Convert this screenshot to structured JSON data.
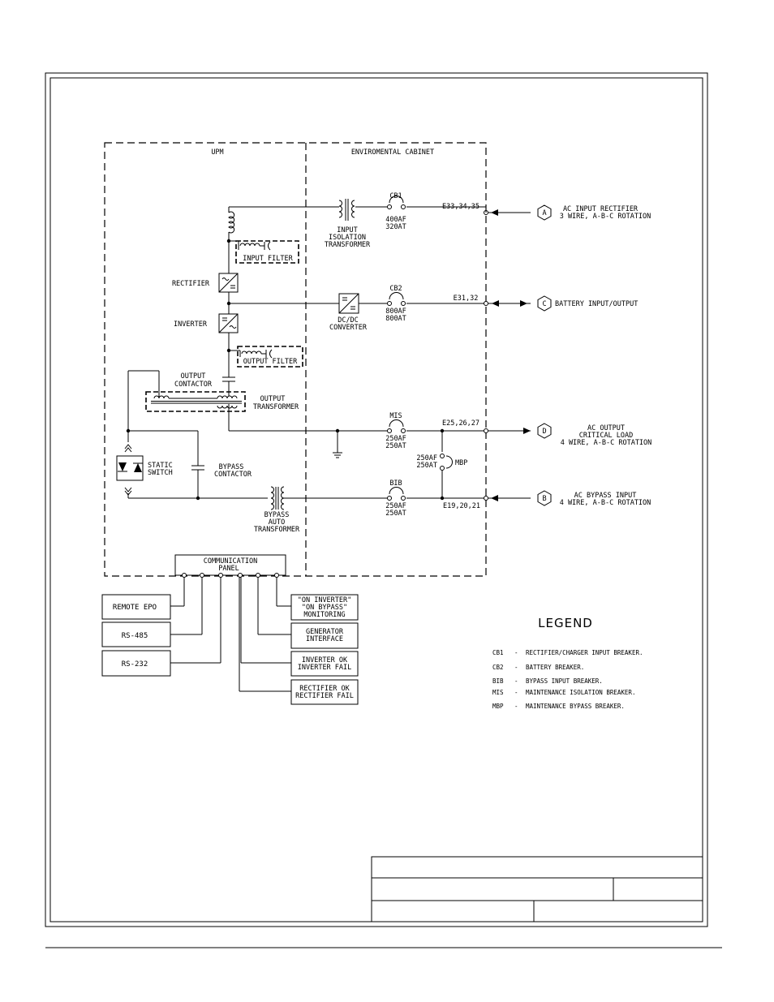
{
  "upm": {
    "label": "UPM"
  },
  "cabinet": {
    "label": "ENVIROMENTAL CABINET"
  },
  "components": {
    "input_filter": "INPUT FILTER",
    "rectifier": "RECTIFIER",
    "inverter": "INVERTER",
    "output_filter": "OUTPUT FILTER",
    "output_contactor": [
      "OUTPUT",
      "CONTACTOR"
    ],
    "output_transformer": [
      "OUTPUT",
      "TRANSFORMER"
    ],
    "static_switch": [
      "STATIC",
      "SWITCH"
    ],
    "bypass_contactor": [
      "BYPASS",
      "CONTACTOR"
    ],
    "bypass_auto_transformer": [
      "BYPASS",
      "AUTO",
      "TRANSFORMER"
    ],
    "input_isolation_transformer": [
      "INPUT",
      "ISOLATION",
      "TRANSFORMER"
    ],
    "dc_dc_converter": [
      "DC/DC",
      "CONVERTER"
    ]
  },
  "breakers": {
    "cb1": {
      "name": "CB1",
      "rating": [
        "400AF",
        "320AT"
      ]
    },
    "cb2": {
      "name": "CB2",
      "rating": [
        "800AF",
        "800AT"
      ]
    },
    "mis": {
      "name": "MIS",
      "rating": [
        "250AF",
        "250AT"
      ]
    },
    "bib": {
      "name": "BIB",
      "rating": [
        "250AF",
        "250AT"
      ]
    },
    "mbp": {
      "name": "MBP",
      "rating": [
        "250AF",
        "250AT"
      ]
    }
  },
  "terminals": {
    "e33": "E33,34,35",
    "e31": "E31,32",
    "e25": "E25,26,27",
    "e19": "E19,20,21"
  },
  "connections": {
    "a": {
      "letter": "A",
      "lines": [
        "AC INPUT RECTIFIER",
        "3 WIRE, A-B-C ROTATION"
      ]
    },
    "c": {
      "letter": "C",
      "lines": [
        "BATTERY INPUT/OUTPUT"
      ]
    },
    "d": {
      "letter": "D",
      "lines": [
        "AC OUTPUT",
        "CRITICAL LOAD",
        "4 WIRE, A-B-C ROTATION"
      ]
    },
    "b": {
      "letter": "B",
      "lines": [
        "AC BYPASS INPUT",
        "4 WIRE, A-B-C ROTATION"
      ]
    }
  },
  "communication_panel": {
    "lines": [
      "COMMUNICATION",
      "PANEL"
    ]
  },
  "left_boxes": [
    "REMOTE EPO",
    "RS-485",
    "RS-232"
  ],
  "right_boxes": [
    [
      "\"ON INVERTER\"",
      "\"ON BYPASS\"",
      "MONITORING"
    ],
    [
      "GENERATOR",
      "INTERFACE"
    ],
    [
      "INVERTER OK",
      "INVERTER FAIL"
    ],
    [
      "RECTIFIER OK",
      "RECTIFIER FAIL"
    ]
  ],
  "legend": {
    "title": "LEGEND",
    "items": [
      {
        "code": "CB1",
        "desc": "RECTIFIER/CHARGER INPUT BREAKER."
      },
      {
        "code": "CB2",
        "desc": "BATTERY BREAKER."
      },
      {
        "code": "BIB",
        "desc": "BYPASS INPUT BREAKER."
      },
      {
        "code": "MIS",
        "desc": "MAINTENANCE ISOLATION BREAKER."
      },
      {
        "code": "MBP",
        "desc": "MAINTENANCE BYPASS BREAKER."
      }
    ]
  }
}
